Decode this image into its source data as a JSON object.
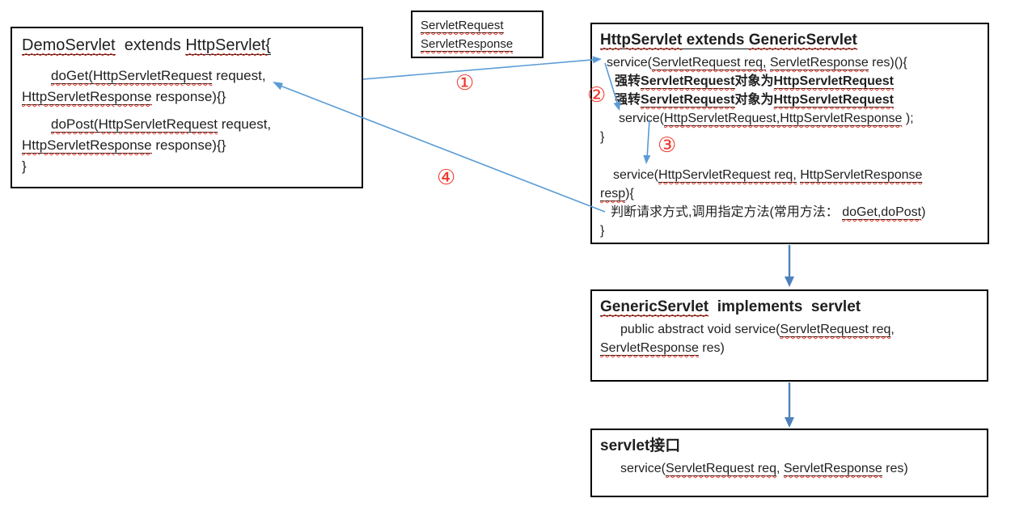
{
  "colors": {
    "arrow_blue": "#5b9bd5",
    "arrow_blue_dark": "#4e81bd",
    "wavy_red": "#e0392b",
    "label_red": "#ee3a2e",
    "box_border": "#000000",
    "text": "#1f1f1f"
  },
  "labels": {
    "step1": "①",
    "step2": "②",
    "step3": "③",
    "step4": "④"
  },
  "boxes": {
    "demo_servlet": {
      "lines": [
        {
          "cls": "t1",
          "ind": 2,
          "seg": [
            {
              "t": "DemoServlet",
              "u": true,
              "w": true
            },
            {
              "t": "  extends "
            },
            {
              "t": "HttpServlet{",
              "u": true,
              "w": true
            }
          ]
        },
        {
          "ind": 38,
          "mt": 10,
          "seg": [
            {
              "t": "doGet(HttpServletRequest",
              "u": true,
              "w": true
            },
            {
              "t": " request,"
            }
          ]
        },
        {
          "ind": 2,
          "seg": [
            {
              "t": "HttpServletResponse",
              "u": true,
              "w": true
            },
            {
              "t": " response){}"
            }
          ]
        },
        {
          "ind": 38,
          "mt": 8,
          "seg": [
            {
              "t": "doPost(HttpServletRequest",
              "u": true,
              "w": true
            },
            {
              "t": " request,"
            }
          ]
        },
        {
          "ind": 2,
          "seg": [
            {
              "t": "HttpServletResponse",
              "u": true,
              "w": true
            },
            {
              "t": " response){}"
            }
          ]
        },
        {
          "ind": 2,
          "seg": [
            {
              "t": "}"
            }
          ]
        }
      ]
    },
    "params": {
      "lines": [
        {
          "seg": [
            {
              "t": "ServletRequest",
              "u": true,
              "w": true
            }
          ]
        },
        {
          "seg": [
            {
              "t": "ServletResponse",
              "u": true,
              "w": true
            }
          ]
        }
      ]
    },
    "http_servlet": {
      "lines": [
        {
          "cls": "t2",
          "seg": [
            {
              "t": "HttpServlet",
              "b": true,
              "u": true,
              "w": true
            },
            {
              "t": " extends ",
              "b": true,
              "u": true
            },
            {
              "t": "GenericServlet",
              "b": true,
              "u": true,
              "w": true
            }
          ]
        },
        {
          "ind": 8,
          "mt": 2,
          "seg": [
            {
              "t": "service("
            },
            {
              "t": "ServletRequest req,",
              "u": true,
              "w": true
            },
            {
              "t": " "
            },
            {
              "t": "ServletResponse",
              "u": true,
              "w": true
            },
            {
              "t": " res)(){"
            }
          ]
        },
        {
          "ind": 18,
          "seg": [
            {
              "t": "强转",
              "b": true
            },
            {
              "t": "ServletRequest",
              "b": true,
              "u": true,
              "w": true
            },
            {
              "t": "对象为",
              "b": true
            },
            {
              "t": "HttpServletRequest",
              "b": true,
              "u": true,
              "w": true
            }
          ]
        },
        {
          "ind": 18,
          "seg": [
            {
              "t": "强转",
              "b": true
            },
            {
              "t": "ServletRequest",
              "b": true,
              "u": true,
              "w": true
            },
            {
              "t": "对象为",
              "b": true
            },
            {
              "t": "HttpServletRequest",
              "b": true,
              "u": true,
              "w": true
            }
          ]
        },
        {
          "ind": 23,
          "seg": [
            {
              "t": "service("
            },
            {
              "t": "HttpServletRequest,HttpServletResponse",
              "u": true,
              "w": true
            },
            {
              "t": " );"
            }
          ]
        },
        {
          "ind": 0,
          "seg": [
            {
              "t": "}"
            }
          ]
        },
        {
          "ind": 16,
          "mt": 24,
          "seg": [
            {
              "t": "service("
            },
            {
              "t": "HttpServletRequest req,",
              "u": true,
              "w": true
            },
            {
              "t": " "
            },
            {
              "t": "HttpServletResponse",
              "u": true,
              "w": true
            }
          ]
        },
        {
          "ind": 0,
          "seg": [
            {
              "t": "resp",
              "u": true,
              "w": true
            },
            {
              "t": "){"
            }
          ]
        },
        {
          "ind": 13,
          "seg": [
            {
              "t": "判断请求方式,调用指定方法(常用方法："
            },
            {
              "t": " "
            },
            {
              "t": "doGet,doPost",
              "u": true,
              "w": true
            },
            {
              "t": ")"
            }
          ]
        },
        {
          "ind": 0,
          "seg": [
            {
              "t": "}"
            }
          ]
        }
      ]
    },
    "generic_servlet": {
      "lines": [
        {
          "cls": "t2",
          "seg": [
            {
              "t": "GenericServlet",
              "b": true,
              "u": true,
              "w": true
            },
            {
              "t": "  implements  servlet",
              "b": true
            }
          ]
        },
        {
          "ind": 25,
          "mt": 2,
          "seg": [
            {
              "t": "public abstract void service("
            },
            {
              "t": "ServletRequest req",
              "u": true,
              "w": true
            },
            {
              "t": ","
            }
          ]
        },
        {
          "ind": 0,
          "seg": [
            {
              "t": "ServletResponse",
              "u": true,
              "w": true
            },
            {
              "t": " res)"
            }
          ]
        }
      ]
    },
    "servlet_interface": {
      "lines": [
        {
          "cls": "t2",
          "seg": [
            {
              "t": "servlet接口",
              "b": true
            }
          ]
        },
        {
          "ind": 25,
          "mt": 2,
          "seg": [
            {
              "t": "service("
            },
            {
              "t": "ServletRequest req",
              "u": true,
              "w": true
            },
            {
              "t": ", "
            },
            {
              "t": "ServletResponse",
              "u": true,
              "w": true
            },
            {
              "t": " res)"
            }
          ]
        }
      ]
    }
  }
}
